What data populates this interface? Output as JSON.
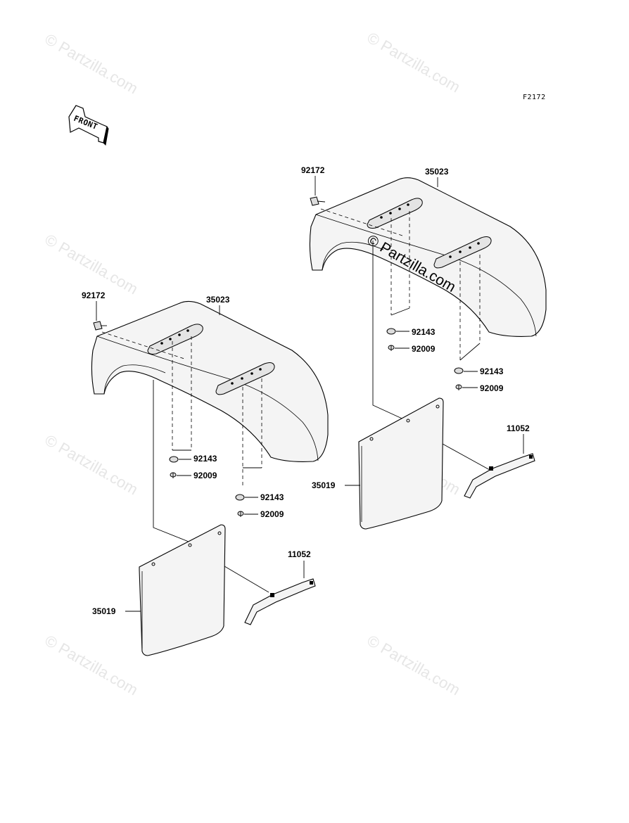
{
  "figure_code": "F2172",
  "front_arrow_label": "FRONT",
  "watermark": {
    "faint_text": "© Partzilla.com",
    "center_text": "© Partzilla.com"
  },
  "left_assembly": {
    "fender_label": "35023",
    "bolt_top_label": "92172",
    "nut1_label": "92143",
    "bolt1_label": "92009",
    "nut2_label": "92143",
    "bolt2_label": "92009",
    "flap_label": "35019",
    "bracket_label": "11052"
  },
  "right_assembly": {
    "fender_label": "35023",
    "bolt_top_label": "92172",
    "nut1_label": "92143",
    "bolt1_label": "92009",
    "nut2_label": "92143",
    "bolt2_label": "92009",
    "flap_label": "35019",
    "bracket_label": "11052"
  }
}
